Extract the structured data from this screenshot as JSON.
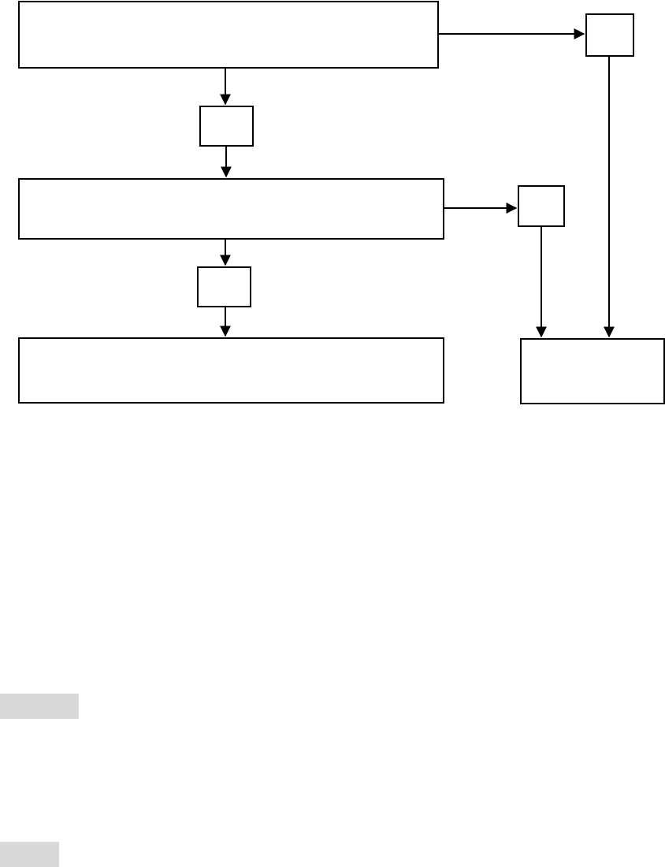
{
  "diagram": {
    "nodes": [
      {
        "id": "box-1",
        "label": ""
      },
      {
        "id": "small-box-a",
        "label": ""
      },
      {
        "id": "small-box-b",
        "label": ""
      },
      {
        "id": "box-2",
        "label": ""
      },
      {
        "id": "small-box-c",
        "label": ""
      },
      {
        "id": "small-box-d",
        "label": ""
      },
      {
        "id": "box-3",
        "label": ""
      },
      {
        "id": "box-4",
        "label": ""
      }
    ],
    "edges": [
      {
        "from": "box-1",
        "to": "small-box-b"
      },
      {
        "from": "box-1",
        "to": "small-box-a"
      },
      {
        "from": "small-box-a",
        "to": "box-2"
      },
      {
        "from": "box-2",
        "to": "small-box-c"
      },
      {
        "from": "box-2",
        "to": "small-box-d"
      },
      {
        "from": "small-box-d",
        "to": "box-3"
      },
      {
        "from": "small-box-c",
        "to": "box-4"
      },
      {
        "from": "small-box-b",
        "to": "box-4"
      }
    ],
    "colors": {
      "stroke": "#000000",
      "shade": "#d9d9d9"
    }
  }
}
